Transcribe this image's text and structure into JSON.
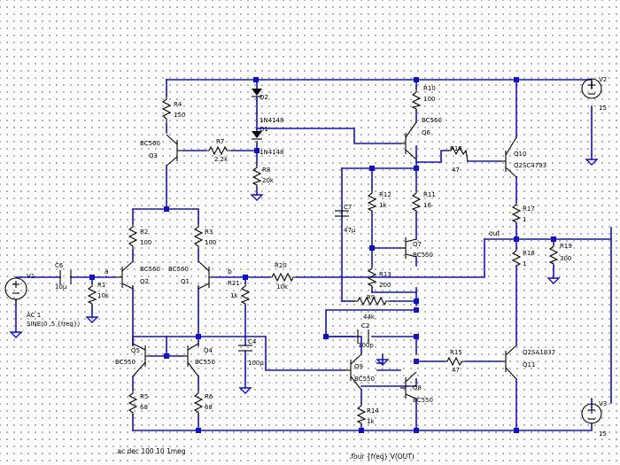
{
  "components": {
    "V1": {
      "name": "V1",
      "line1": "AC 1",
      "line2": "SINE(0 .5 {freq})"
    },
    "V2": {
      "name": "V2",
      "value": "15"
    },
    "V3": {
      "name": "V3",
      "value": "15"
    },
    "C6": {
      "name": "C6",
      "value": "10µ"
    },
    "C7": {
      "name": "C7",
      "value": "47µ"
    },
    "C4": {
      "name": "C4",
      "value": "100µ"
    },
    "C2": {
      "name": "C2",
      "value": "100p"
    },
    "R1": {
      "name": "R1",
      "value": "10k"
    },
    "R2": {
      "name": "R2",
      "value": "100"
    },
    "R3": {
      "name": "R3",
      "value": "100"
    },
    "R4": {
      "name": "R4",
      "value": "150"
    },
    "R5": {
      "name": "R5",
      "value": "68"
    },
    "R6": {
      "name": "R6",
      "value": "68"
    },
    "R7": {
      "name": "R7",
      "value": "2.2k"
    },
    "R8": {
      "name": "R8",
      "value": "20k"
    },
    "R9": {
      "name": "R9",
      "value": "44k"
    },
    "R10": {
      "name": "R10",
      "value": "100"
    },
    "R11": {
      "name": "R11",
      "value": "16"
    },
    "R12": {
      "name": "R12",
      "value": "1k"
    },
    "R13": {
      "name": "R13",
      "value": "200"
    },
    "R14": {
      "name": "R14",
      "value": "1k"
    },
    "R15": {
      "name": "R15",
      "value": "47"
    },
    "R16": {
      "name": "R16",
      "value": "47"
    },
    "R17": {
      "name": "R17",
      "value": "1"
    },
    "R18": {
      "name": "R18",
      "value": "1"
    },
    "R19": {
      "name": "R19",
      "value": "300"
    },
    "R20": {
      "name": "R20",
      "value": "10k"
    },
    "R21": {
      "name": "R21",
      "value": "1k"
    },
    "D1": {
      "name": "D1",
      "value": "1N4148"
    },
    "D2": {
      "name": "D2",
      "value": "1N4148"
    },
    "Q1": {
      "name": "Q1",
      "value": "BC560"
    },
    "Q2": {
      "name": "Q2",
      "value": "BC560"
    },
    "Q3": {
      "name": "Q3",
      "value": "BC560"
    },
    "Q4": {
      "name": "Q4",
      "value": "BC550"
    },
    "Q5": {
      "name": "Q5",
      "value": "BC550"
    },
    "Q6": {
      "name": "Q6",
      "value": "BC560"
    },
    "Q7": {
      "name": "Q7",
      "value": "BC550"
    },
    "Q8": {
      "name": "Q8",
      "value": "BC550"
    },
    "Q9": {
      "name": "Q9",
      "value": "BC550"
    },
    "Q10": {
      "name": "Q10",
      "value": "Q2SC4793"
    },
    "Q11": {
      "name": "Q11",
      "value": "Q2SA1837"
    }
  },
  "nets": {
    "a": "a",
    "b": "b",
    "out": "out"
  },
  "directives": {
    "ac": ".ac dec 100 10 1meg",
    "four": ".four {freq} V(OUT)"
  },
  "colors": {
    "wire": "#1010c8",
    "symbol": "#000000",
    "background": "#ffffff",
    "grid_dot": "#9a9a9a"
  }
}
